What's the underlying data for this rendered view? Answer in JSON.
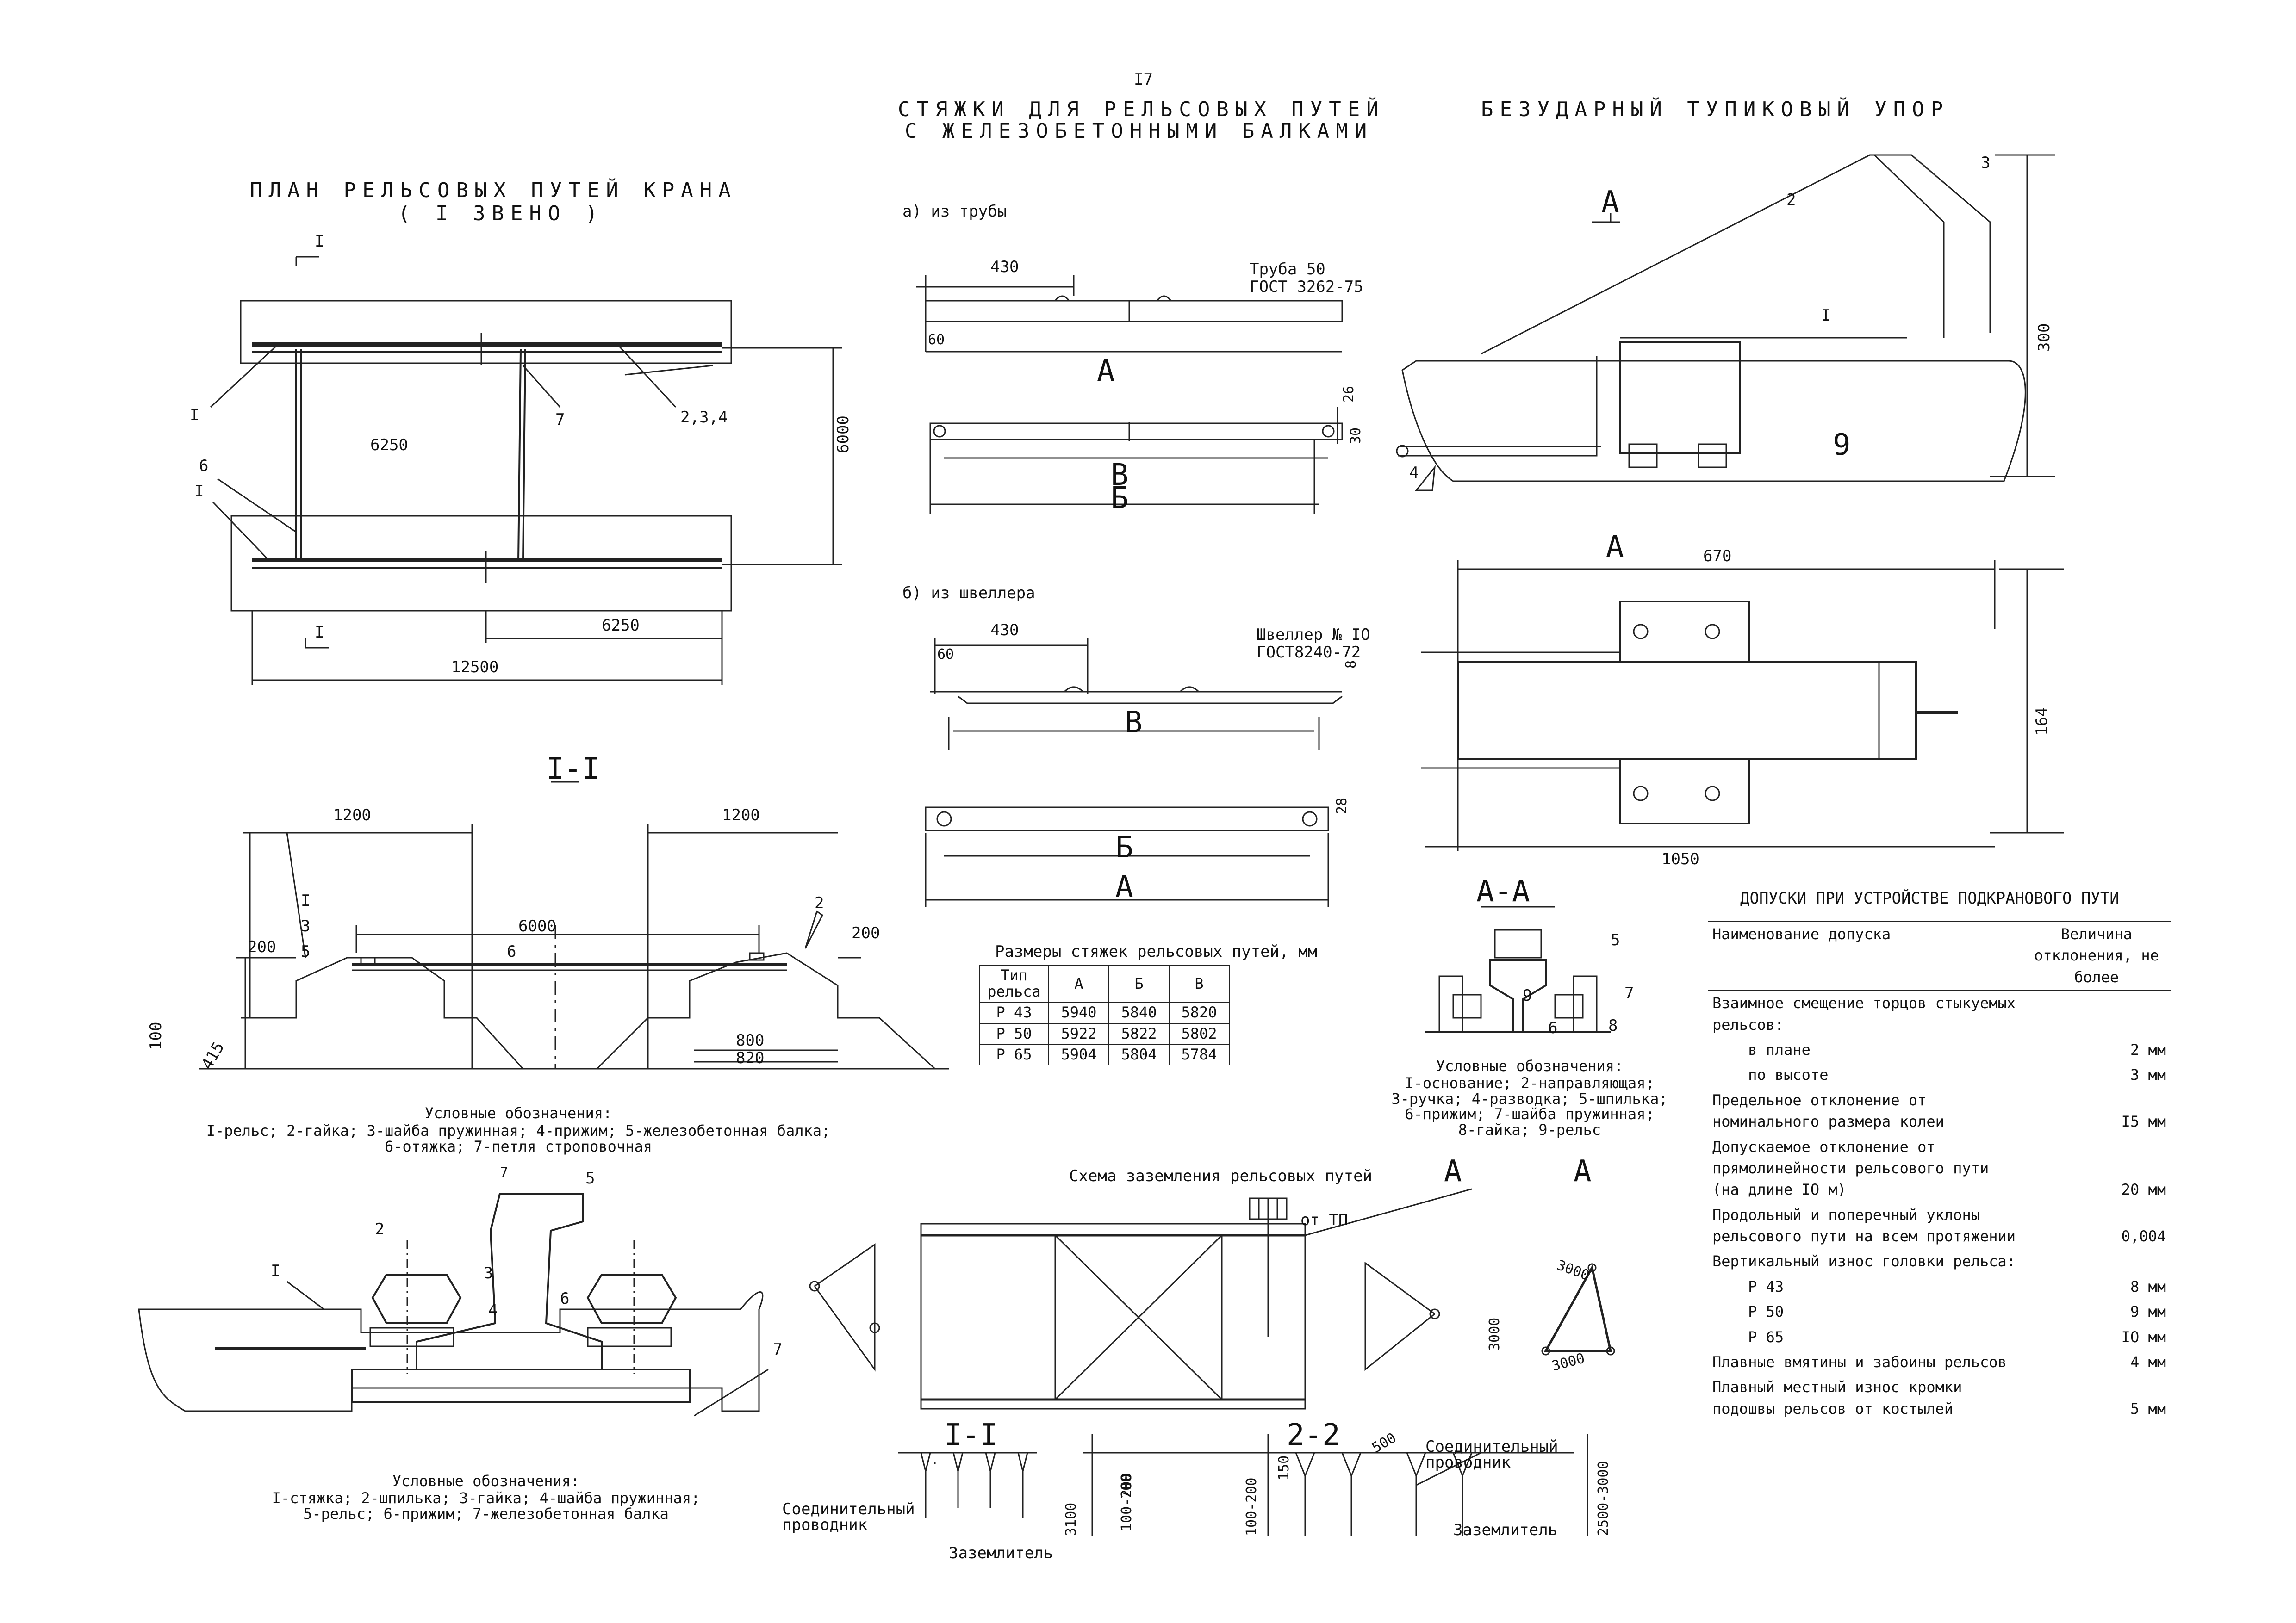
{
  "page_number": "I7",
  "titles": {
    "plan": "ПЛАН РЕЛЬСОВЫХ ПУТЕЙ КРАНА",
    "plan_sub": "( I ЗВЕНО )",
    "ties": "СТЯЖКИ ДЛЯ РЕЛЬСОВЫХ ПУТЕЙ",
    "ties_sub": "С ЖЕЛЕЗОБЕТОННЫМИ БАЛКАМИ",
    "stop": "БЕЗУДАРНЫЙ ТУПИКОВЫЙ УПОР"
  },
  "plan": {
    "dims": [
      "6250",
      "6000",
      "6250",
      "12500"
    ],
    "section_mark": "I",
    "callouts": [
      "I",
      "6",
      "I",
      "7",
      "2,3,4"
    ]
  },
  "section_1": {
    "title": "I-I",
    "dims": [
      "1200",
      "1200",
      "6000",
      "200",
      "200",
      "800",
      "820",
      "100",
      "415"
    ],
    "callouts": [
      "I",
      "3",
      "5",
      "6",
      "2"
    ],
    "legend_title": "Условные обозначения:",
    "legend": "I-рельс; 2-гайка; 3-шайба пружинная; 4-прижим; 5-железобетонная балка;\n6-отяжка; 7-петля строповочная"
  },
  "detail": {
    "number": "7",
    "callouts": [
      "2",
      "5",
      "I",
      "3",
      "4",
      "6",
      "7"
    ],
    "legend_title": "Условные обозначения:",
    "legend": "I-стяжка; 2-шпилька; 3-гайка; 4-шайба пружинная;\n5-рельс; 6-прижим; 7-железобетонная балка"
  },
  "ties": {
    "variant_a": "а) из трубы",
    "variant_b": "б) из швеллера",
    "pipe_label": "Труба 50",
    "pipe_gost": "ГОСТ 3262-75",
    "channel_label": "Швеллер № IO",
    "channel_gost": "ГОСТ8240-72",
    "dims": [
      "430",
      "60",
      "26",
      "30",
      "430",
      "60",
      "8",
      "28"
    ],
    "letters": [
      "A",
      "B",
      "Б",
      "B",
      "Б",
      "A"
    ]
  },
  "sizes_table": {
    "caption": "Размеры стяжек рельсовых путей, мм",
    "headers": [
      "Тип рельса",
      "A",
      "Б",
      "B"
    ],
    "rows": [
      [
        "Р 43",
        "5940",
        "5840",
        "5820"
      ],
      [
        "Р 50",
        "5922",
        "5822",
        "5802"
      ],
      [
        "Р 65",
        "5904",
        "5804",
        "5784"
      ]
    ]
  },
  "stop": {
    "callouts": [
      "2",
      "3",
      "I",
      "9",
      "4"
    ],
    "dims": [
      "300",
      "670",
      "164",
      "1050"
    ],
    "section_mark": "A"
  },
  "section_aa": {
    "title": "A-A",
    "callouts": [
      "5",
      "7",
      "9",
      "6",
      "8"
    ],
    "legend_title": "Условные обозначения:",
    "legend": "I-основание; 2-направляющая;\n3-ручка; 4-разводка; 5-шпилька;\n6-прижим; 7-шайба пружинная;\n8-гайка; 9-рельс"
  },
  "grounding": {
    "title": "Схема заземления рельсовых путей",
    "from_tp": "от ТП",
    "mark_a": "A",
    "mark_a2": "A",
    "triangle_dims": [
      "3000",
      "3000",
      "3000"
    ],
    "sec1": "I-I",
    "sec2": "2-2",
    "conductor": "Соединительный проводник",
    "electrode": "Заземлитель",
    "dims_left": [
      "700",
      "100-200",
      "3100"
    ],
    "dims_right": [
      "150",
      "500",
      "100-200",
      "2500-3000"
    ]
  },
  "tolerances": {
    "title": "ДОПУСКИ ПРИ УСТРОЙСТВЕ ПОДКРАНОВОГО ПУТИ",
    "col1": "Наименование допуска",
    "col2": "Величина отклонения, не более",
    "rows": [
      {
        "name": "Взаимное смещение торцов стыкуемых рельсов:",
        "value": ""
      },
      {
        "name": "    в плане",
        "value": "2 мм"
      },
      {
        "name": "    по высоте",
        "value": "3 мм"
      },
      {
        "name": "Предельное отклонение от номинального размера колеи",
        "value": "I5 мм"
      },
      {
        "name": "Допускаемое отклонение от прямолинейности рельсового пути (на длине IO м)",
        "value": "20 мм"
      },
      {
        "name": "Продольный и поперечный уклоны рельсового пути на всем протяжении",
        "value": "0,004"
      },
      {
        "name": "Вертикальный износ головки рельса:",
        "value": ""
      },
      {
        "name": "    Р 43",
        "value": "8 мм"
      },
      {
        "name": "    Р 50",
        "value": "9 мм"
      },
      {
        "name": "    Р 65",
        "value": "IO мм"
      },
      {
        "name": "Плавные вмятины и забоины рельсов",
        "value": "4 мм"
      },
      {
        "name": "Плавный местный износ кромки подошвы рельсов от костылей",
        "value": "5 мм"
      }
    ]
  }
}
